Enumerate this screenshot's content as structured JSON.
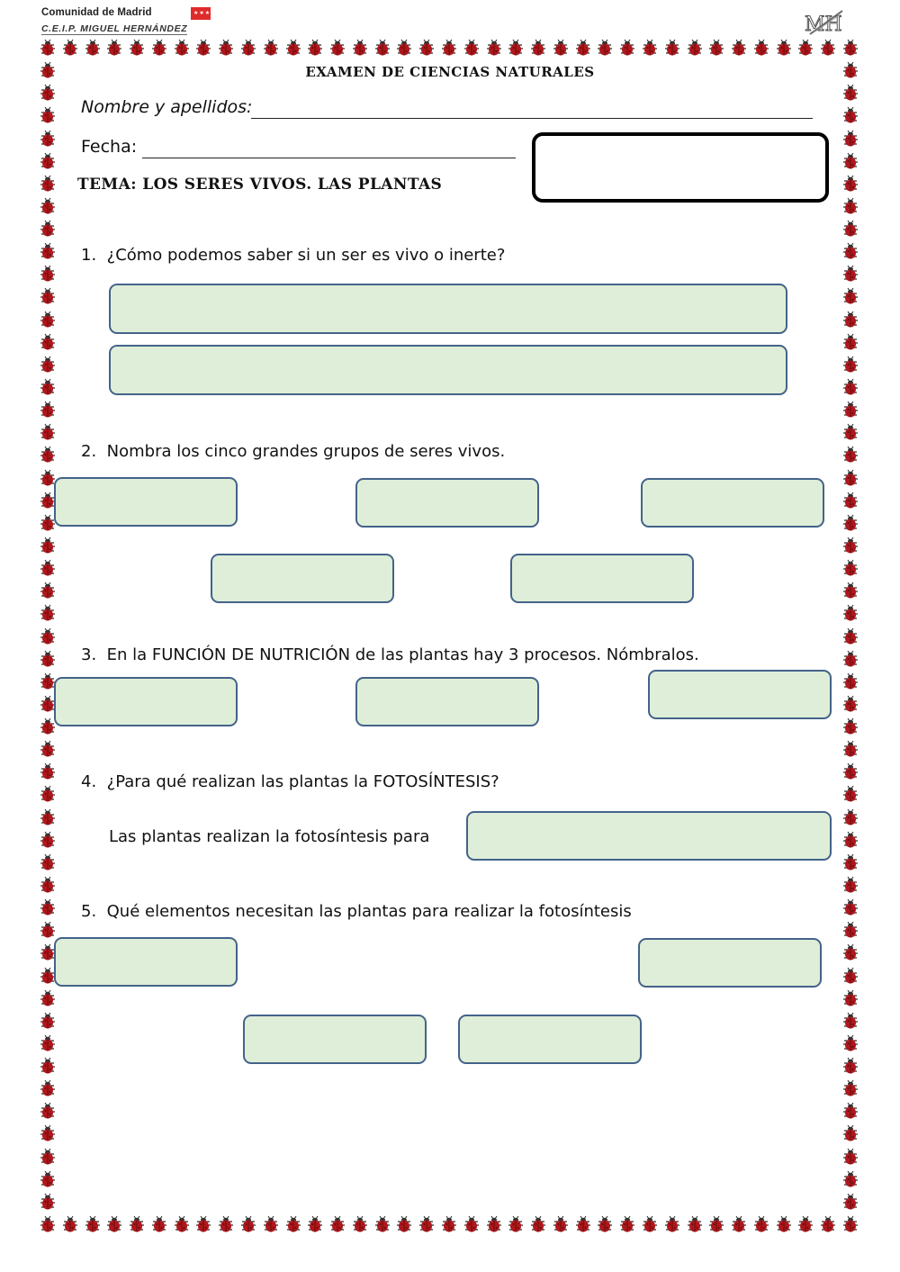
{
  "header": {
    "organization": "Comunidad de Madrid",
    "flag_stars": "★★★",
    "school": "C.E.I.P. MIGUEL HERNÁNDEZ"
  },
  "logo": {
    "icon": "school-logo-icon",
    "text": "MH"
  },
  "border": {
    "icon": "ladybug-icon",
    "color": "#b0171c"
  },
  "exam": {
    "title": "EXAMEN DE CIENCIAS NATURALES",
    "name_label": "Nombre y apellidos:",
    "date_label": "Fecha:",
    "topic": "TEMA: LOS SERES VIVOS. LAS PLANTAS"
  },
  "colors": {
    "answer_fill": "#dfeed8",
    "answer_border": "#43638a",
    "bug_red": "#b0171c"
  },
  "questions": [
    {
      "number": "1.",
      "text": "¿Cómo podemos saber si un ser es vivo o inerte?"
    },
    {
      "number": "2.",
      "text": "Nombra los cinco grandes grupos de seres vivos."
    },
    {
      "number": "3.",
      "text": "En la FUNCIÓN DE NUTRICIÓN  de las plantas hay 3 procesos. Nómbralos."
    },
    {
      "number": "4.",
      "text": "¿Para qué realizan las plantas la FOTOSÍNTESIS?",
      "prompt": "Las plantas realizan la fotosíntesis para"
    },
    {
      "number": "5.",
      "text": "Qué elementos necesitan las plantas para realizar la fotosíntesis"
    }
  ]
}
